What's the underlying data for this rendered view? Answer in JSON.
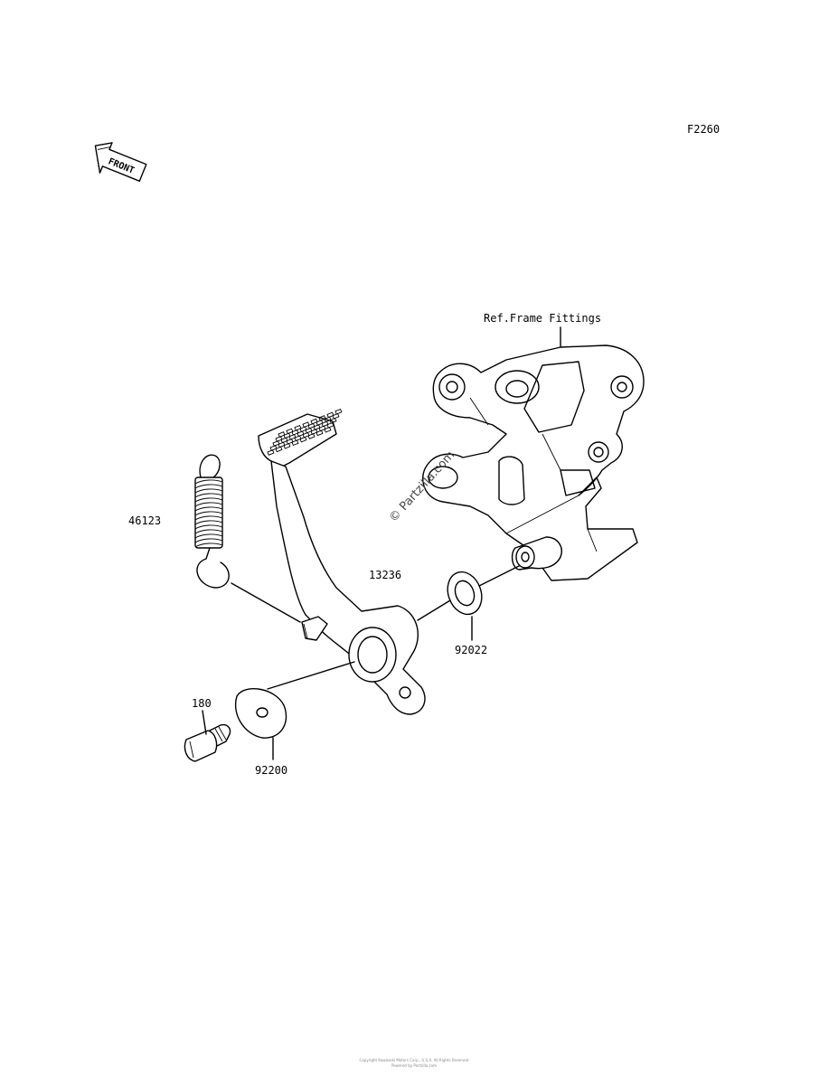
{
  "diagram_code": "F2260",
  "front_marker": "FRONT",
  "reference_label": "Ref.Frame Fittings",
  "watermark": "© Partzilla.com",
  "parts": [
    {
      "number": "46123",
      "name": "spring"
    },
    {
      "number": "13236",
      "name": "brake-pedal"
    },
    {
      "number": "92022",
      "name": "washer"
    },
    {
      "number": "180",
      "name": "bolt"
    },
    {
      "number": "92200",
      "name": "washer"
    }
  ],
  "footer": {
    "line1": "Copyright Kawasaki Motors Corp., U.S.A. All Rights Reserved",
    "line2": "Powered by Partzilla.com"
  }
}
